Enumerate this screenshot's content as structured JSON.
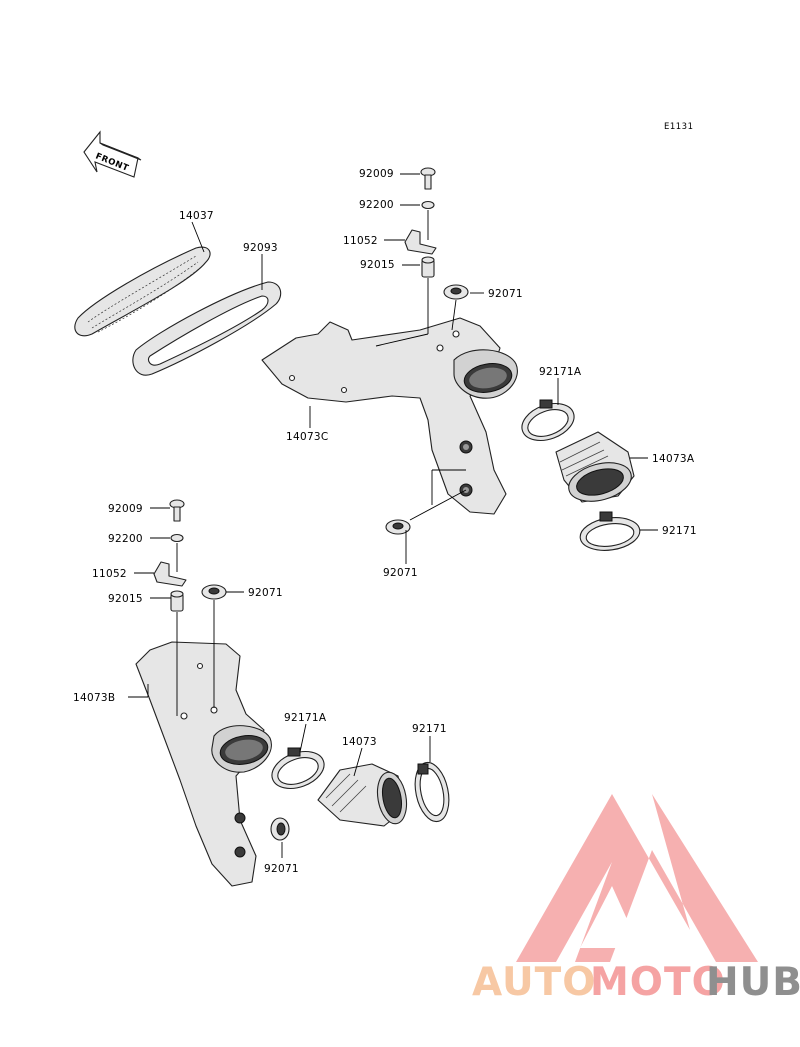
{
  "diagram_code": "E1131",
  "front_label": "FRONT",
  "parts": {
    "p14037": "14037",
    "p92093": "92093",
    "p92009_a": "92009",
    "p92200_a": "92200",
    "p11052_a": "11052",
    "p92015_a": "92015",
    "p92071_a": "92071",
    "p14073C": "14073C",
    "p92171A_a": "92171A",
    "p14073A": "14073A",
    "p92071_b": "92071",
    "p92171_a": "92171",
    "p92009_b": "92009",
    "p92200_b": "92200",
    "p11052_b": "11052",
    "p92015_b": "92015",
    "p92071_c": "92071",
    "p14073B": "14073B",
    "p92171A_b": "92171A",
    "p14073": "14073",
    "p92171_b": "92171",
    "p92071_d": "92071"
  },
  "watermark": {
    "part1": "AUTO",
    "part2": "MOTO",
    "part3": "HUB",
    "colors": {
      "light": "#f7c8a4",
      "red": "#f5a3a3",
      "gray": "#8f8f8f"
    }
  }
}
